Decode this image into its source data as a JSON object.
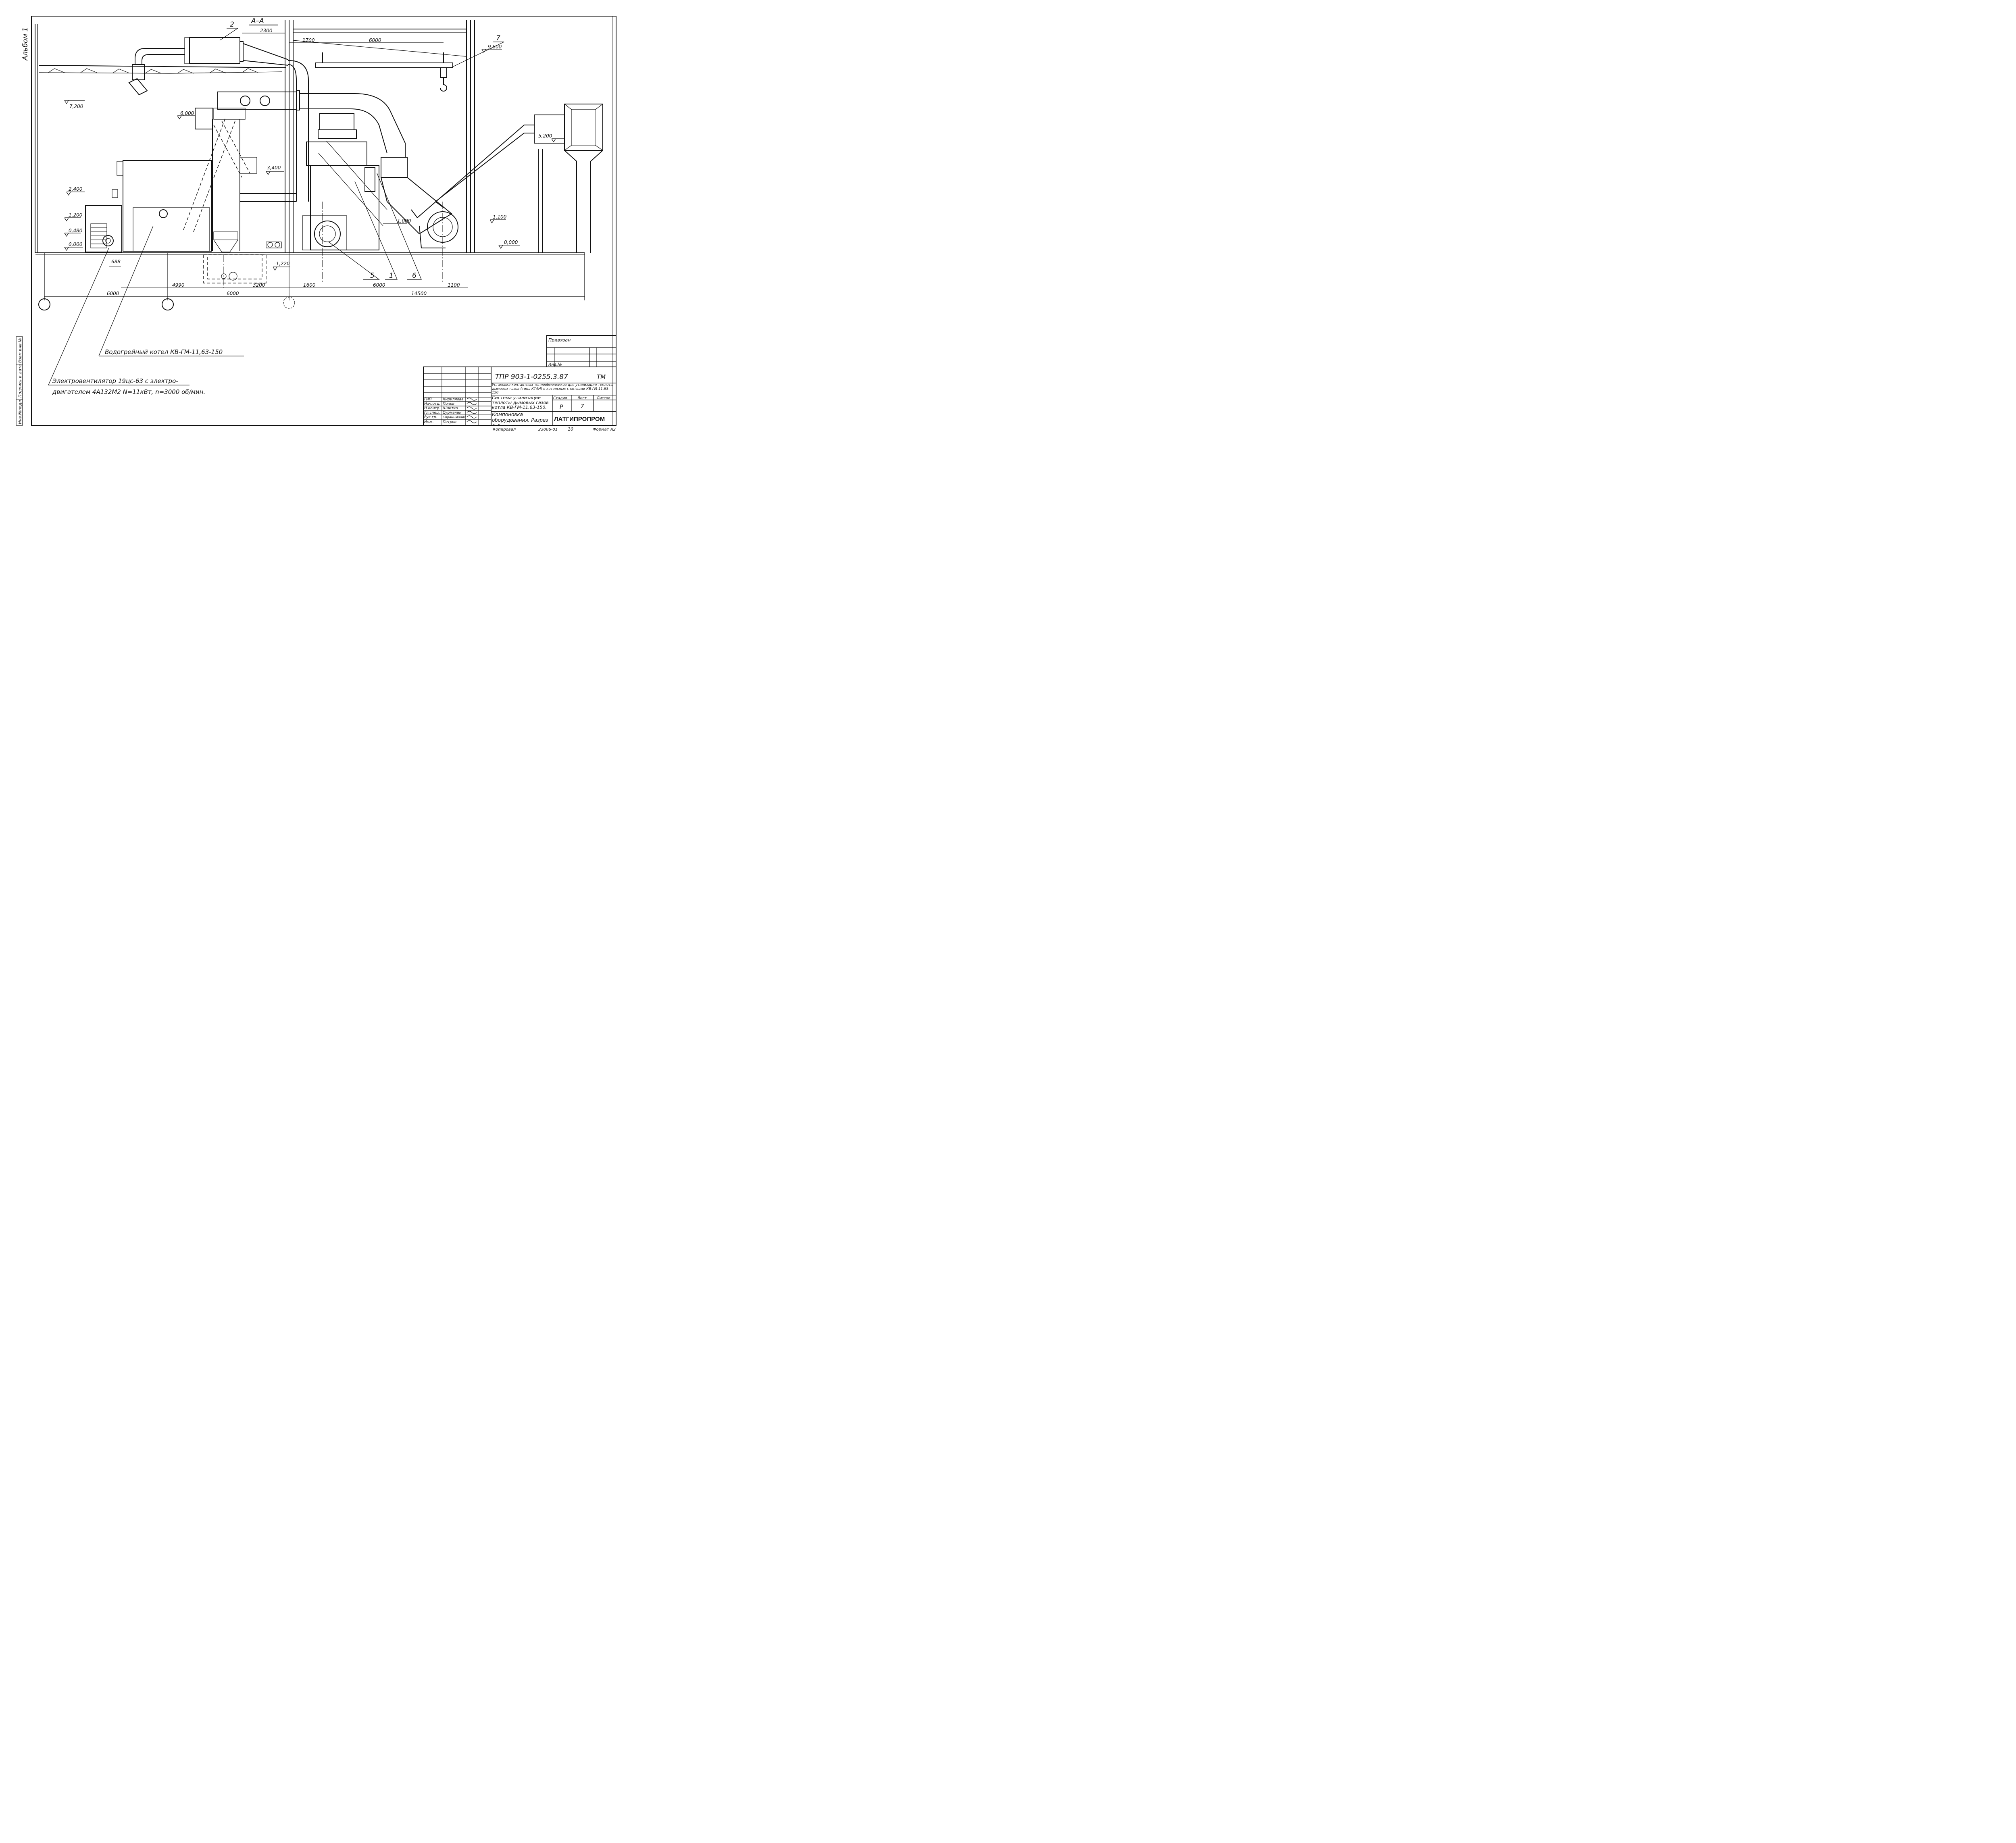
{
  "side_label": "Альбом 1",
  "section_title": "А–А",
  "callouts": [
    "2",
    "7",
    "5",
    "1",
    "6"
  ],
  "elevations": {
    "e9600": "9,600",
    "e7200": "7,200",
    "e6000": "6,000",
    "e5200": "5,200",
    "e3400": "3,400",
    "e2400": "2,400",
    "e1200": "1,200",
    "e1100": "1,100",
    "e1000": "1,000",
    "e0480": "0,480",
    "e0000a": "0,000",
    "e0000b": "0,000",
    "em1220": "-1,220"
  },
  "dimensions": {
    "d2300": "2300",
    "d1700": "1700",
    "d6000top": "6000",
    "d688": "688",
    "d4990": "4990",
    "d3200": "3200",
    "d1600": "1600",
    "d6000mid": "6000",
    "d1100": "1100",
    "d6000left": "6000",
    "d6000bot": "6000",
    "d14500": "14500"
  },
  "notes": {
    "boiler": "Водогрейный котел КВ-ГМ-11,63-150",
    "fan_line1": "Электровентилятор 19цс-63 с электро-",
    "fan_line2": "двигателем 4А132М2 N=11кВт, n=3000 об/мин."
  },
  "left_stamp": [
    "Инв.№подл.",
    "Подпись и дата",
    "Взам.инв.№"
  ],
  "privyazan": {
    "label": "Привязан",
    "inv": "Инв.№"
  },
  "title_block": {
    "code": "ТПР 903-1-0255.3.87",
    "suffix": "ТМ",
    "project": "Установка контактных теплообменников для утилизации теплоты дымовых газов (типа КТАН) в котельных с котлами КВ-ГМ-11,63-150",
    "system": "Система утилизации теплоты дымовых газов котла КВ-ГМ-11,63-150.",
    "sheet_title": "Компоновка оборудования. Разрез А-А.",
    "col_stage": "Стадия",
    "col_sheet": "Лист",
    "col_sheets": "Листов",
    "stage": "Р",
    "sheet": "7",
    "sheets": "",
    "org": "ЛАТГИПРОПРОМ",
    "roles": [
      "ГИП",
      "Нач.отд.",
      "Н.контр.",
      "Гл.спец.",
      "Рук.гр.",
      "Инж."
    ],
    "names": [
      "Кириллова",
      "Попов",
      "Шнитко",
      "Сурмачин",
      "Спранцманис",
      "Петров"
    ],
    "copied": "Копировал",
    "order": "23006-01",
    "page": "10",
    "format": "Формат А2"
  }
}
